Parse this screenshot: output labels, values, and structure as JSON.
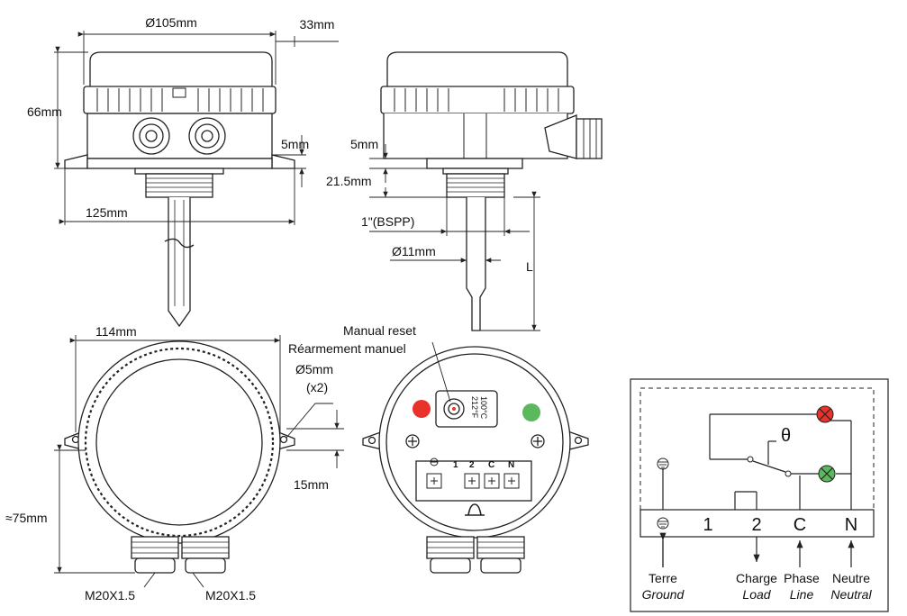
{
  "dimensions": {
    "diameter_top": "Ø105mm",
    "top_right": "33mm",
    "height_left": "66mm",
    "gap_side": "5mm",
    "width_base": "125mm",
    "side_5mm": "5mm",
    "side_21_5mm": "21.5mm",
    "thread": "1\"(BSPP)",
    "stem_diameter": "Ø11mm",
    "length": "L",
    "width_bottom": "114mm",
    "hole": "Ø5mm",
    "hole_count": "(x2)",
    "mount_15mm": "15mm",
    "approx_height": "≈75mm",
    "gland_left": "M20X1.5",
    "gland_right": "M20X1.5"
  },
  "reset": {
    "label_en": "Manual reset",
    "label_fr": "Réarmement manuel",
    "temp_f": "212°F",
    "temp_c": "100°C"
  },
  "terminals_small": [
    "1",
    "2",
    "C",
    "N"
  ],
  "schematic": {
    "theta": "θ",
    "terminals": [
      "1",
      "2",
      "C",
      "N"
    ],
    "ground_fr": "Terre",
    "ground_en": "Ground",
    "load_fr": "Charge",
    "load_en": "Load",
    "line_fr": "Phase",
    "line_en": "Line",
    "neutral_fr": "Neutre",
    "neutral_en": "Neutral"
  },
  "colors": {
    "lamp_red": "#e8322b",
    "lamp_green": "#5cb85c",
    "outline": "#222222"
  }
}
